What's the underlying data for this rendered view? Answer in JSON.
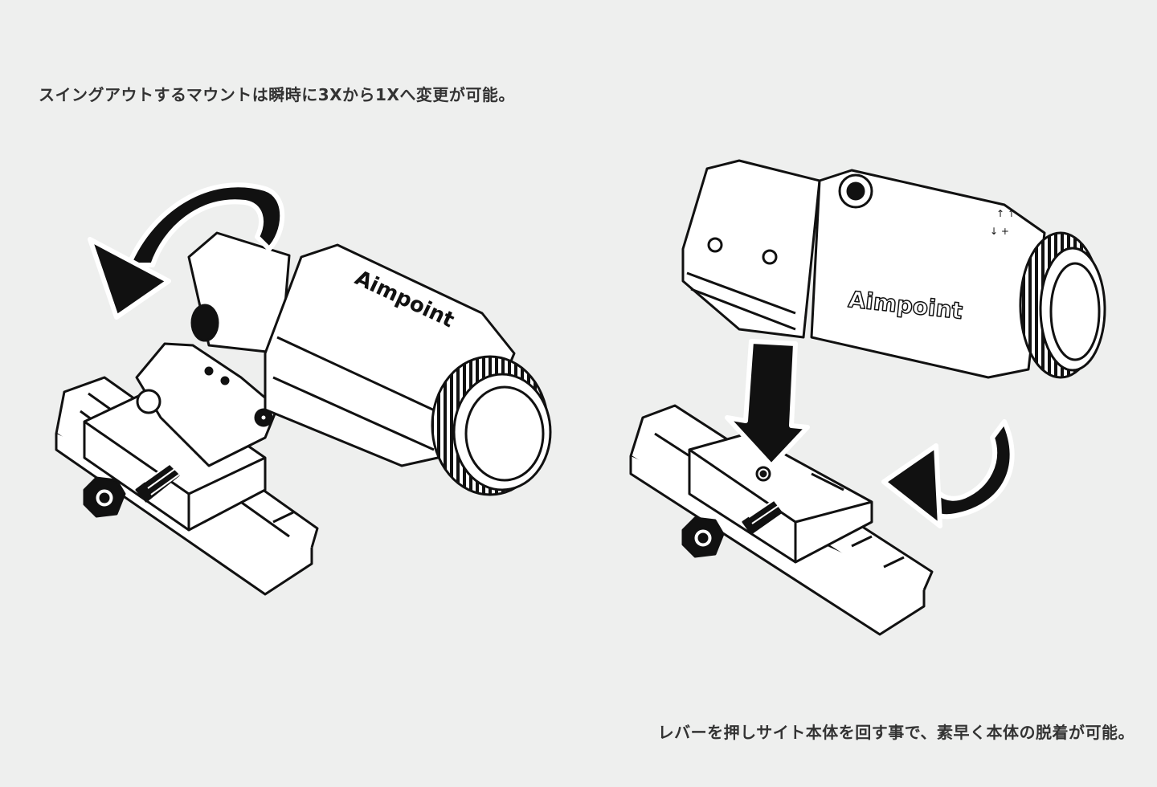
{
  "captions": {
    "top": "スイングアウトするマウントは瞬時に3Xから1Xへ変更が可能。",
    "bottom": "レバーを押しサイト本体を回す事で、素早く本体の脱着が可能。"
  },
  "illustrations": {
    "left": {
      "brand": "Aimpoint"
    },
    "right": {
      "brand": "Aimpoint",
      "markings": [
        "↑ ↑",
        "↓ +"
      ]
    }
  }
}
